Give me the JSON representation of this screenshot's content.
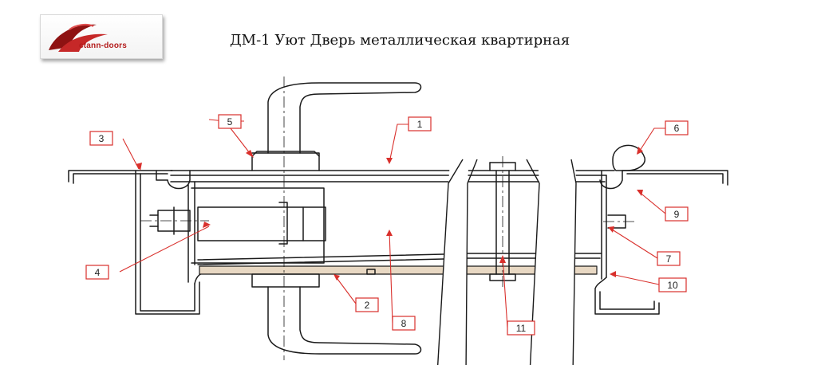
{
  "header": {
    "logo_text": "ctann-doors",
    "title": "ДМ-1 Уют Дверь металлическая квартирная"
  },
  "callouts": {
    "c1": "1",
    "c2": "2",
    "c3": "3",
    "c4": "4",
    "c5": "5",
    "c6": "6",
    "c7": "7",
    "c8": "8",
    "c9": "9",
    "c10": "10",
    "c11": "11"
  },
  "colors": {
    "line": "#1a1a1a",
    "callout": "#d9302c",
    "mdf_panel": "#e8d8c3",
    "logo_red": "#b31b1b"
  }
}
